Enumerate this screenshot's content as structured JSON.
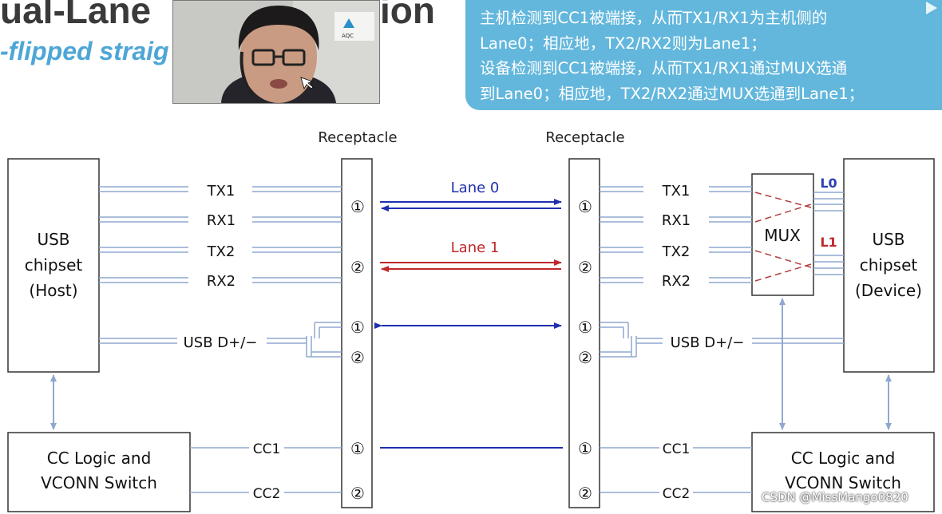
{
  "slide": {
    "title_part1": "ual-Lane",
    "title_part2": "ion",
    "subtitle": "-flipped straig"
  },
  "webcam": {
    "sign_text": "AQC"
  },
  "callout": {
    "lines": [
      "主机检测到CC1被端接，从而TX1/RX1为主机侧的",
      "Lane0；相应地，TX2/RX2则为Lane1；",
      "设备检测到CC1被端接，从而TX1/RX1通过MUX选通",
      "到Lane0；相应地，TX2/RX2通过MUX选通到Lane1；"
    ]
  },
  "diagram": {
    "receptacle_left": "Receptacle",
    "receptacle_right": "Receptacle",
    "host_chipset": [
      "USB",
      "chipset",
      "(Host)"
    ],
    "device_chipset": [
      "USB",
      "chipset",
      "(Device)"
    ],
    "cc_logic_left": [
      "CC Logic and",
      "VCONN Switch"
    ],
    "cc_logic_right": [
      "CC Logic and",
      "VCONN Switch"
    ],
    "mux": "MUX",
    "mux_l0": "L0",
    "mux_l1": "L1",
    "signals": {
      "tx1": "TX1",
      "rx1": "RX1",
      "tx2": "TX2",
      "rx2": "RX2",
      "usb_dp_dm": "USB D+/−",
      "cc1": "CC1",
      "cc2": "CC2"
    },
    "lane0": "Lane 0",
    "lane1": "Lane 1",
    "pin1": "①",
    "pin2": "②",
    "colors": {
      "line": "#8fa8cf",
      "lane0": "#1f2fb0",
      "lane1": "#c0282a",
      "mux_dash": "#b04040",
      "mux_label": "#2c3fb5",
      "mux_label_l1": "#c0282a"
    }
  },
  "watermark": "CSDN @MissMango0820"
}
